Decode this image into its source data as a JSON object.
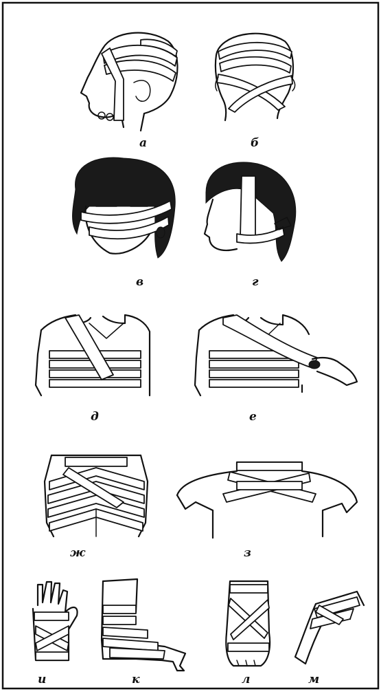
{
  "figures": [
    {
      "id": "a",
      "label": "а",
      "subject": "head-bandage-side"
    },
    {
      "id": "b",
      "label": "б",
      "subject": "head-bandage-back"
    },
    {
      "id": "v",
      "label": "в",
      "subject": "face-bandage-front"
    },
    {
      "id": "g",
      "label": "г",
      "subject": "jaw-bandage-side"
    },
    {
      "id": "d",
      "label": "д",
      "subject": "chest-spiral-bandage"
    },
    {
      "id": "e",
      "label": "е",
      "subject": "chest-sling-bandage"
    },
    {
      "id": "zh",
      "label": "ж",
      "subject": "back-spica-bandage"
    },
    {
      "id": "z",
      "label": "з",
      "subject": "shoulders-cross-bandage"
    },
    {
      "id": "i",
      "label": "и",
      "subject": "hand-bandage"
    },
    {
      "id": "k",
      "label": "к",
      "subject": "elbow-arm-bandage"
    },
    {
      "id": "l",
      "label": "л",
      "subject": "foot-bandage"
    },
    {
      "id": "m",
      "label": "м",
      "subject": "ankle-bandage"
    }
  ]
}
